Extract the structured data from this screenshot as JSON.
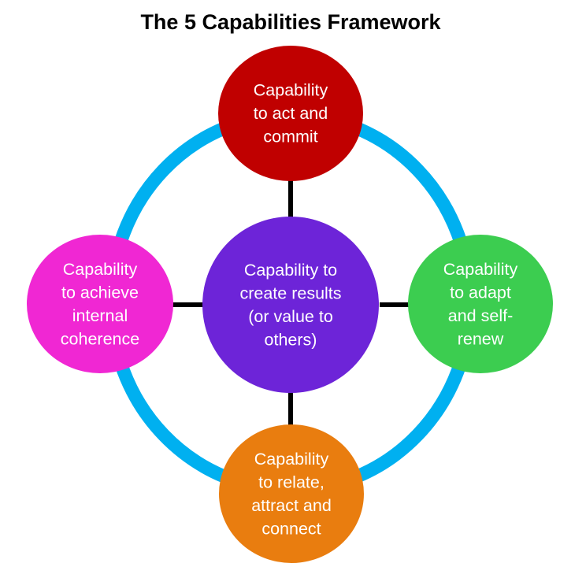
{
  "title": "The 5 Capabilities Framework",
  "colors": {
    "ring": "#00b0f0",
    "connector": "#000000",
    "center": "#6d24d8",
    "top": "#c00000",
    "right": "#3ccd50",
    "bottom": "#e97d0f",
    "left": "#f027d3"
  },
  "nodes": {
    "center": {
      "lines": [
        "Capability to",
        "create results",
        "(or value to",
        "others)"
      ]
    },
    "top": {
      "lines": [
        "Capability",
        "to act and",
        "commit"
      ]
    },
    "right": {
      "lines": [
        "Capability",
        "to adapt",
        "and self-",
        "renew"
      ]
    },
    "bottom": {
      "lines": [
        "Capability",
        "to relate,",
        "attract and",
        "connect"
      ]
    },
    "left": {
      "lines": [
        "Capability",
        "to achieve",
        "internal",
        "coherence"
      ]
    }
  }
}
